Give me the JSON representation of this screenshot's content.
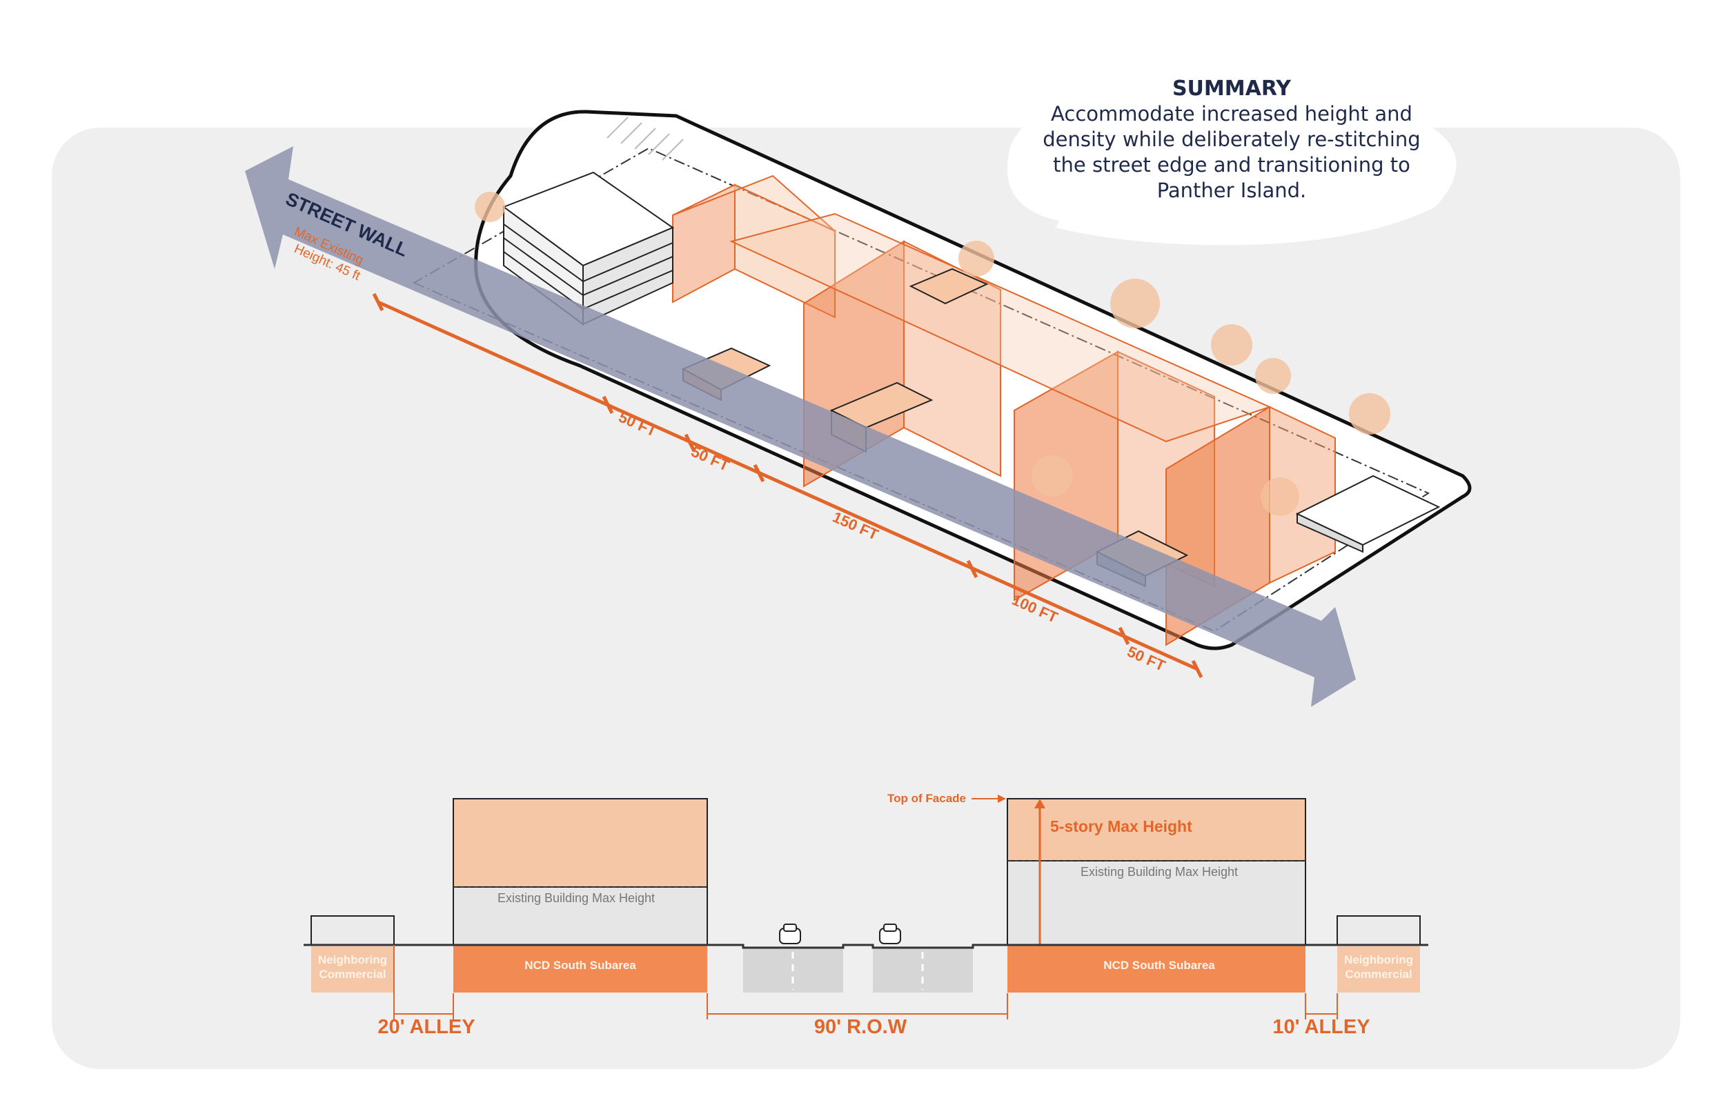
{
  "summary": {
    "title": "SUMMARY",
    "lines": [
      "Accommodate increased height and",
      "density while deliberately re-stitching",
      "the street edge and transitioning to",
      "Panther Island."
    ]
  },
  "axon": {
    "street_wall_label": "STREET WALL",
    "max_existing_height": [
      "Max Existing",
      "Height: 45 ft"
    ],
    "dimension_labels": [
      "50 FT",
      "50 FT",
      "150 FT",
      "100 FT",
      "50 FT"
    ]
  },
  "section": {
    "top_of_facade": "Top of Facade",
    "max_height_label": "5-story Max Height",
    "existing_max_height_left": "Existing Building Max Height",
    "existing_max_height_right": "Existing Building Max Height",
    "subarea_left": "NCD South Subarea",
    "subarea_right": "NCD South Subarea",
    "neighboring_left": [
      "Neighboring",
      "Commercial"
    ],
    "neighboring_right": [
      "Neighboring",
      "Commercial"
    ],
    "alley_left": "20' ALLEY",
    "row_label": "90' R.O.W",
    "alley_right": "10' ALLEY"
  },
  "colors": {
    "accent_orange": "#e2662a",
    "light_orange": "#f6c7a6",
    "street_arrow": "#8e93ad",
    "navy": "#1f2a4a",
    "panel": "#efefef"
  }
}
